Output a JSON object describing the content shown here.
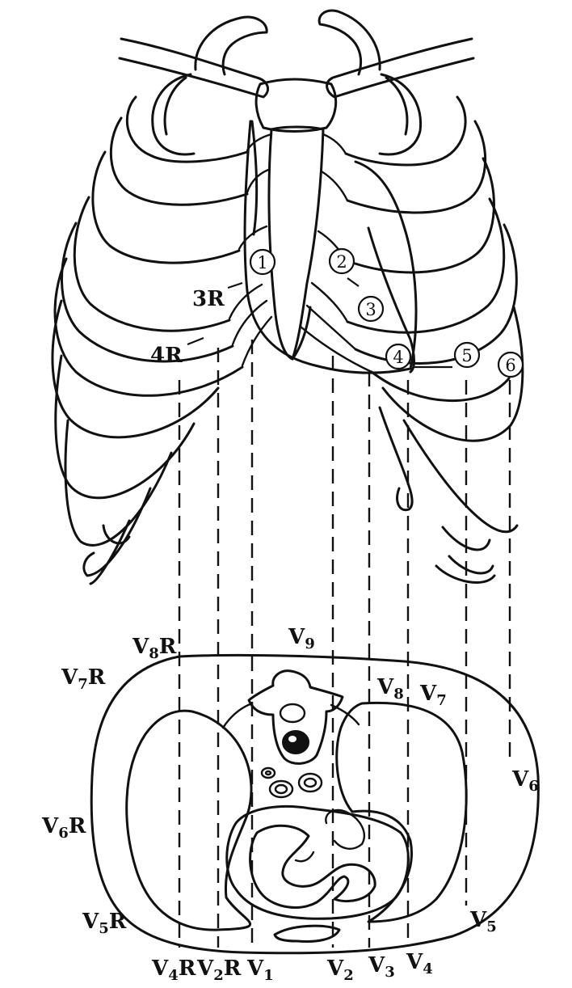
{
  "intercostal_markers": {
    "m1": "1",
    "m2": "2",
    "m3": "3",
    "m4": "4",
    "m5": "5",
    "m6": "6"
  },
  "rib_labels": {
    "r3": "3R",
    "r4": "4R"
  },
  "leads": {
    "V1": {
      "main": "V",
      "sub": "1",
      "suffix": ""
    },
    "V2": {
      "main": "V",
      "sub": "2",
      "suffix": ""
    },
    "V3": {
      "main": "V",
      "sub": "3",
      "suffix": ""
    },
    "V4": {
      "main": "V",
      "sub": "4",
      "suffix": ""
    },
    "V5": {
      "main": "V",
      "sub": "5",
      "suffix": ""
    },
    "V6": {
      "main": "V",
      "sub": "6",
      "suffix": ""
    },
    "V7": {
      "main": "V",
      "sub": "7",
      "suffix": ""
    },
    "V8": {
      "main": "V",
      "sub": "8",
      "suffix": ""
    },
    "V9": {
      "main": "V",
      "sub": "9",
      "suffix": ""
    },
    "V2R": {
      "main": "V",
      "sub": "2",
      "suffix": "R"
    },
    "V4R": {
      "main": "V",
      "sub": "4",
      "suffix": "R"
    },
    "V5R": {
      "main": "V",
      "sub": "5",
      "suffix": "R"
    },
    "V6R": {
      "main": "V",
      "sub": "6",
      "suffix": "R"
    },
    "V7R": {
      "main": "V",
      "sub": "7",
      "suffix": "R"
    },
    "V8R": {
      "main": "V",
      "sub": "8",
      "suffix": "R"
    }
  }
}
